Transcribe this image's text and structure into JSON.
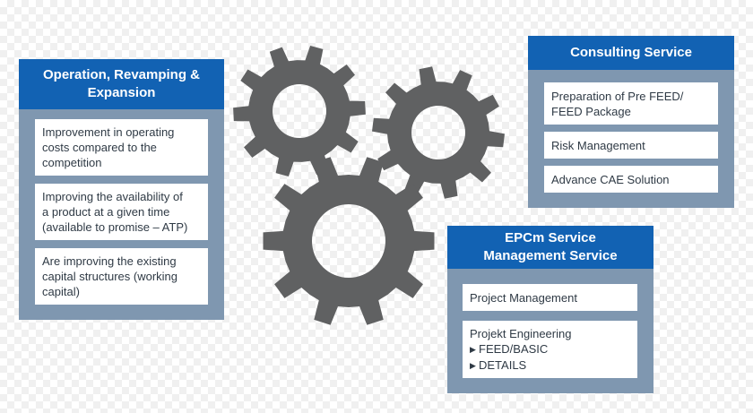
{
  "colors": {
    "gear": "#606162",
    "panel_frame": "#7f97b0",
    "panel_header": "#1262b3",
    "item_bg": "#ffffff",
    "item_text": "#2f3a45"
  },
  "operation": {
    "title_lines": [
      "Operation, Revamping &",
      "Expansion"
    ],
    "items": [
      {
        "lines": [
          "Improvement in operating",
          "costs compared to the",
          "competition"
        ]
      },
      {
        "lines": [
          "Improving the availability of",
          "a product at a given time",
          "(available to promise – ATP)"
        ]
      },
      {
        "lines": [
          "Are improving the existing",
          "capital structures (working",
          "capital)"
        ]
      }
    ]
  },
  "consulting": {
    "title_lines": [
      "Consulting Service"
    ],
    "items": [
      {
        "lines": [
          "Preparation of Pre FEED/",
          "FEED Package"
        ]
      },
      {
        "lines": [
          "Risk Management"
        ]
      },
      {
        "lines": [
          "Advance CAE Solution"
        ]
      }
    ]
  },
  "epcm": {
    "title_lines": [
      "EPCm Service",
      "Management Service"
    ],
    "items": [
      {
        "lines": [
          "Project Management"
        ]
      },
      {
        "lines": [
          "Projekt Engineering"
        ],
        "bullet_icon": "triangle-right-icon",
        "bullets": [
          "FEED/BASIC",
          "DETAILS"
        ]
      }
    ]
  }
}
